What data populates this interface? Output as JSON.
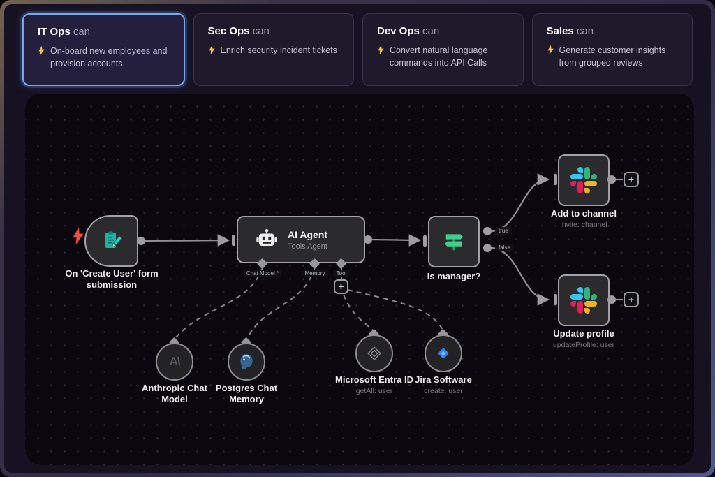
{
  "header": {
    "cards": [
      {
        "team": "IT Ops",
        "suffix": "can",
        "description": "On-board new employees and provision accounts",
        "selected": true
      },
      {
        "team": "Sec Ops",
        "suffix": "can",
        "description": "Enrich security incident tickets",
        "selected": false
      },
      {
        "team": "Dev Ops",
        "suffix": "can",
        "description": "Convert natural language commands into API Calls",
        "selected": false
      },
      {
        "team": "Sales",
        "suffix": "can",
        "description": "Generate customer insights from grouped reviews",
        "selected": false
      }
    ]
  },
  "workflow": {
    "trigger": {
      "label": "On 'Create User' form submission"
    },
    "agent": {
      "title": "AI Agent",
      "subtitle": "Tools Agent",
      "ports": {
        "chat_model": "Chat Model *",
        "memory": "Memory",
        "tool": "Tool"
      }
    },
    "if_node": {
      "label": "Is manager?",
      "outputs": {
        "true_label": "true",
        "false_label": "false"
      }
    },
    "slack_add": {
      "label": "Add to channel",
      "subtitle": "invite: channel"
    },
    "slack_update": {
      "label": "Update profile",
      "subtitle": "updateProfile: user"
    },
    "anthropic": {
      "label": "Anthropic Chat Model"
    },
    "postgres": {
      "label": "Postgres Chat Memory"
    },
    "entra": {
      "label": "Microsoft Entra ID",
      "subtitle": "getAll: user"
    },
    "jira": {
      "label": "Jira Software",
      "subtitle": "create: user"
    },
    "plus_label": "+"
  },
  "colors": {
    "selected_card_border": "#79a7ea",
    "bolt_yellow": "#f2c14e",
    "bolt_red": "#e8503f",
    "form_teal": "#1db3a4",
    "if_green": "#3fcf8e",
    "jira_blue": "#2684FF",
    "postgres_blue": "#336791",
    "slack_blue": "#36C5F0",
    "slack_green": "#2EB67D",
    "slack_yellow": "#ECB22E",
    "slack_red": "#E01E5A",
    "wire_gray": "#8f8f93"
  }
}
